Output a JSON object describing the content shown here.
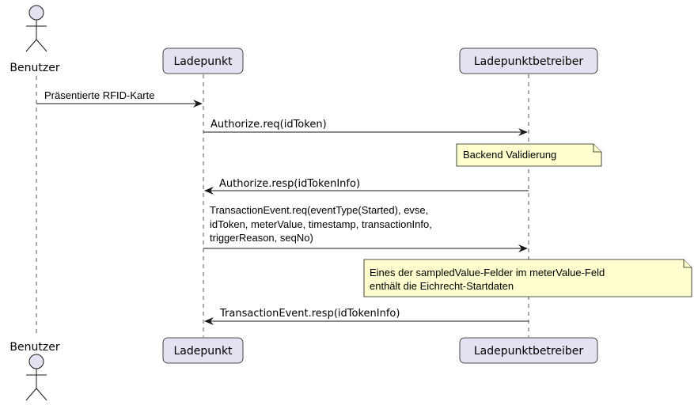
{
  "participants": {
    "user": "Benutzer",
    "chargepoint": "Ladepunkt",
    "operator": "Ladepunktbetreiber"
  },
  "messages": [
    {
      "from": "user",
      "to": "chargepoint",
      "lines": [
        "Präsentierte    RFID-Karte"
      ]
    },
    {
      "from": "chargepoint",
      "to": "operator",
      "lines": [
        "Authorize.req(idToken)"
      ]
    },
    {
      "from": "operator",
      "to": "chargepoint",
      "lines": [
        "Authorize.resp(idTokenInfo)"
      ]
    },
    {
      "from": "chargepoint",
      "to": "operator",
      "lines": [
        "TransactionEvent.req(eventType(Started),           evse,",
        "idToken,   meterValue,   timestamp,   transactionInfo,",
        "triggerReason,     seqNo)"
      ]
    },
    {
      "from": "operator",
      "to": "chargepoint",
      "lines": [
        "TransactionEvent.resp(idTokenInfo)"
      ]
    }
  ],
  "notes": [
    {
      "over": "operator",
      "lines": [
        "Backend     Validierung"
      ]
    },
    {
      "over": "operator",
      "lines": [
        "Eines   der   sampledValue-Felder   im   meterValue-Feld",
        "enthält   die    Eichrecht-Startdaten"
      ]
    }
  ]
}
